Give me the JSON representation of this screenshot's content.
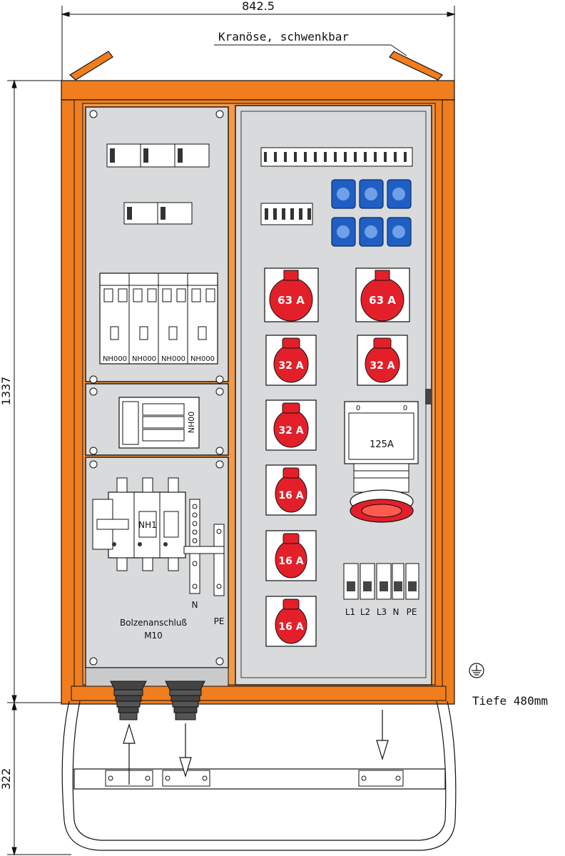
{
  "dimensions": {
    "width": "842.5",
    "height": "1337",
    "base_height": "322"
  },
  "crane_label": "Kranöse, schwenkbar",
  "depth_label": "Tiefe 480mm",
  "fuses": [
    "NH000",
    "NH000",
    "NH000",
    "NH000"
  ],
  "nh00_label": "NH00",
  "nh1_label": "NH1",
  "n_label": "N",
  "pe_label": "PE",
  "bolt_label_line1": "Bolzenanschluß",
  "bolt_label_line2": "M10",
  "sockets": {
    "s63a_left": "63 A",
    "s63a_right": "63 A",
    "s32a_left": "32 A",
    "s32a_right": "32 A",
    "s32a_lower": "32 A",
    "s16a_1": "16 A",
    "s16a_2": "16 A",
    "s16a_3": "16 A"
  },
  "big_socket_label": "125A",
  "big_socket_marks": [
    "0",
    "0"
  ],
  "terminals": [
    "L1",
    "L2",
    "L3",
    "N",
    "PE"
  ],
  "colors": {
    "orange": "#f07d1e",
    "panel_grey": "#d8dadc",
    "socket_red": "#e3202a",
    "schuko_blue": "#1f5fc4"
  }
}
